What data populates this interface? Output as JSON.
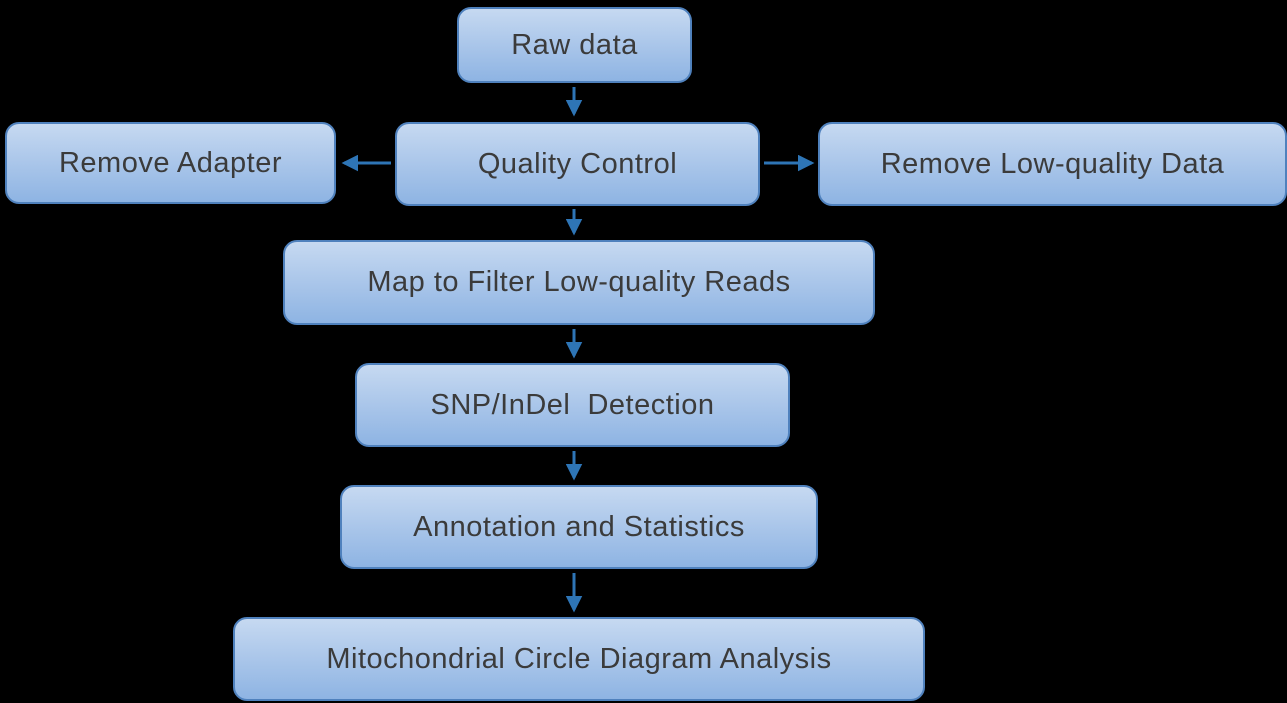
{
  "diagram": {
    "title": "Mitochondrial resequencing analysis pipeline flowchart",
    "colors": {
      "background": "#000000",
      "node_fill_top": "#c6d9f1",
      "node_fill_mid": "#a7c4e9",
      "node_fill_bottom": "#8eb4e3",
      "node_border": "#4f81bd",
      "arrow": "#2e75b6",
      "text": "#3b3b3b"
    },
    "nodes": [
      {
        "id": "raw-data",
        "label": "Raw data"
      },
      {
        "id": "quality-control",
        "label": "Quality Control"
      },
      {
        "id": "remove-adapter",
        "label": "Remove Adapter"
      },
      {
        "id": "remove-low-quality-data",
        "label": "Remove Low-quality Data"
      },
      {
        "id": "map-to-filter",
        "label": "Map to Filter Low-quality Reads"
      },
      {
        "id": "snp-indel-detection",
        "label": "SNP/InDel  Detection"
      },
      {
        "id": "annotation-statistics",
        "label": "Annotation and Statistics"
      },
      {
        "id": "mitochondrial-circle",
        "label": "Mitochondrial Circle Diagram Analysis"
      }
    ],
    "edges": [
      {
        "from": "raw-data",
        "to": "quality-control",
        "direction": "down"
      },
      {
        "from": "quality-control",
        "to": "remove-adapter",
        "direction": "left"
      },
      {
        "from": "quality-control",
        "to": "remove-low-quality-data",
        "direction": "right"
      },
      {
        "from": "quality-control",
        "to": "map-to-filter",
        "direction": "down"
      },
      {
        "from": "map-to-filter",
        "to": "snp-indel-detection",
        "direction": "down"
      },
      {
        "from": "snp-indel-detection",
        "to": "annotation-statistics",
        "direction": "down"
      },
      {
        "from": "annotation-statistics",
        "to": "mitochondrial-circle",
        "direction": "down"
      }
    ]
  }
}
